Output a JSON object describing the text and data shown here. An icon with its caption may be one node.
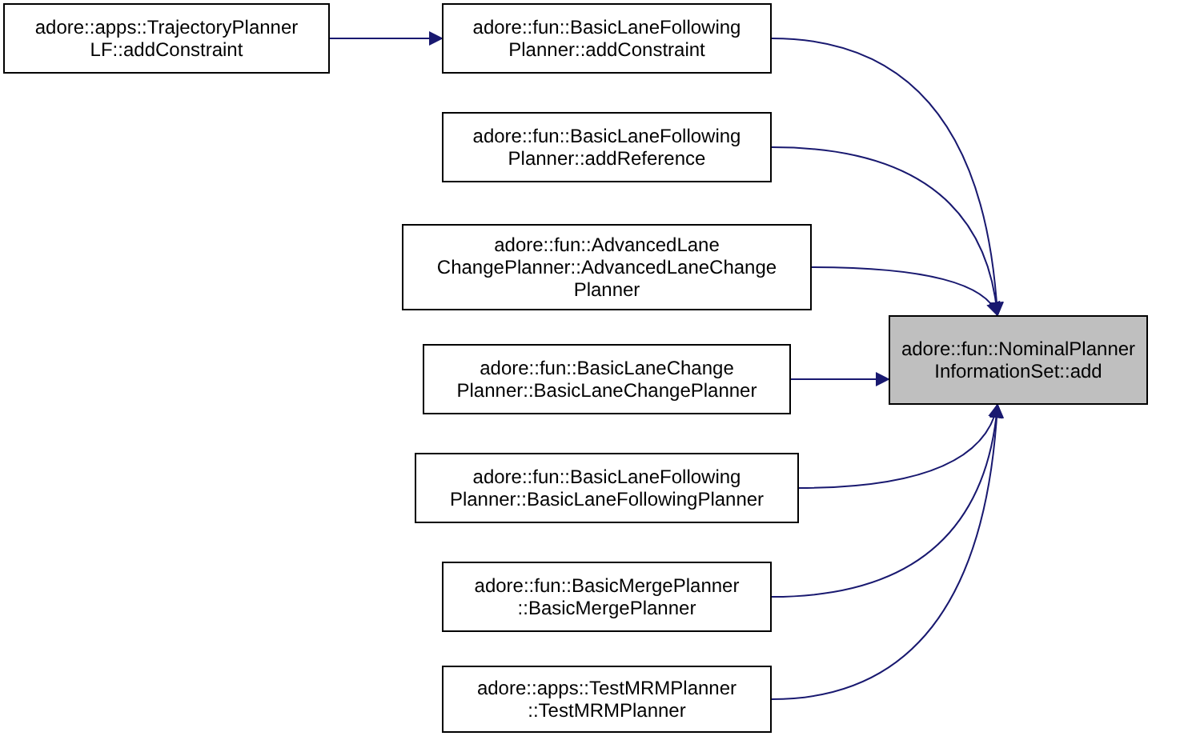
{
  "diagram": {
    "nodes": [
      {
        "text": [
          "adore::fun::NominalPlanner InformationSet::add"
        ]
      },
      {
        "text": [
          "adore::fun::BasicLaneFollowing Planner::addConstraint"
        ]
      },
      {
        "text": [
          "adore::apps::TrajectoryPlanner LF::addConstraint"
        ]
      },
      {
        "text": [
          "adore::fun::BasicLaneFollowing Planner::addReference"
        ]
      },
      {
        "text": [
          "adore::fun::AdvancedLane ChangePlanner::AdvancedLaneChange Planner"
        ]
      },
      {
        "text": [
          "adore::fun::BasicLaneChange Planner::BasicLaneChangePlanner"
        ]
      },
      {
        "text": [
          "adore::fun::BasicLaneFollowing Planner::BasicLaneFollowingPlanner"
        ]
      },
      {
        "text": [
          "adore::fun::BasicMergePlanner ::BasicMergePlanner"
        ]
      },
      {
        "text": [
          "adore::apps::TestMRMPlanner ::TestMRMPlanner"
        ]
      }
    ],
    "edges": [
      {
        "from": 1,
        "to": 0,
        "arrow": "to"
      },
      {
        "from": 2,
        "to": 1,
        "arrow": "to"
      },
      {
        "from": 3,
        "to": 0,
        "arrow": "to"
      },
      {
        "from": 4,
        "to": 0,
        "arrow": "to"
      },
      {
        "from": 5,
        "to": 0,
        "arrow": "to"
      },
      {
        "from": 6,
        "to": 0,
        "arrow": "to"
      },
      {
        "from": 7,
        "to": 0,
        "arrow": "to"
      },
      {
        "from": 8,
        "to": 0,
        "arrow": "to"
      }
    ]
  }
}
